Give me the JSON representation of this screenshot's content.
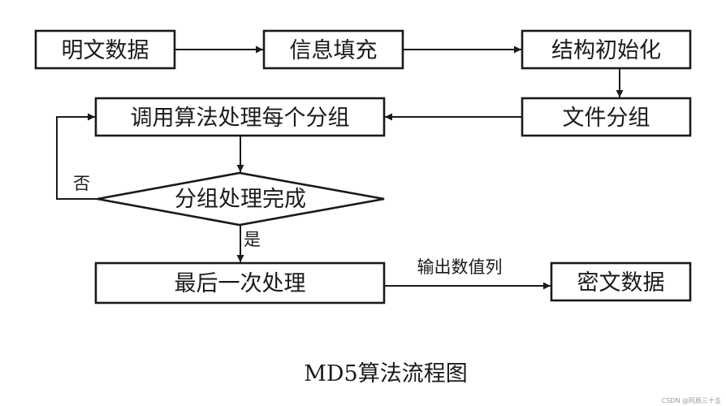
{
  "diagram": {
    "nodes": {
      "plaintext": "明文数据",
      "padding": "信息填充",
      "init": "结构初始化",
      "grouping": "文件分组",
      "process": "调用算法处理每个分组",
      "decision": "分组处理完成",
      "final": "最后一次处理",
      "ciphertext": "密文数据"
    },
    "edge_labels": {
      "no": "否",
      "yes": "是",
      "output": "输出数值列"
    },
    "caption": "MD5算法流程图",
    "watermark": "CSDN @阿辰三十五"
  }
}
